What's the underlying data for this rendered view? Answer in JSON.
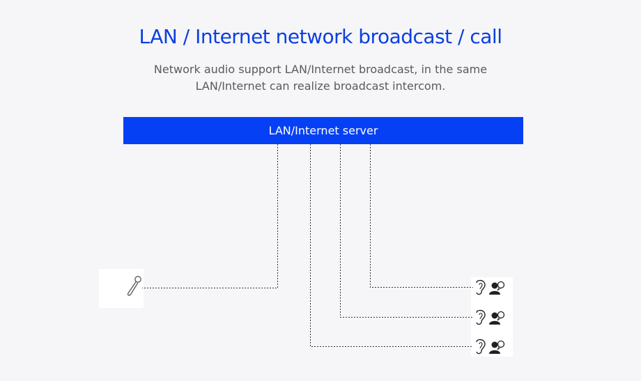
{
  "header": {
    "title": "LAN / Internet network broadcast / call",
    "subtitle_lines": [
      "Network audio support LAN/Internet broadcast, in the same",
      "LAN/Internet can realize broadcast intercom."
    ]
  },
  "diagram": {
    "server_label": "LAN/Internet server",
    "source_icon": "microphone-icon",
    "endpoint_icons": [
      "ear-icon",
      "speaking-person-icon"
    ],
    "endpoint_count": 3
  },
  "colors": {
    "accent": "#0640f4",
    "title": "#0a3fe0",
    "text": "#5a5a5a",
    "background": "#f6f6f8",
    "line": "#333333"
  }
}
